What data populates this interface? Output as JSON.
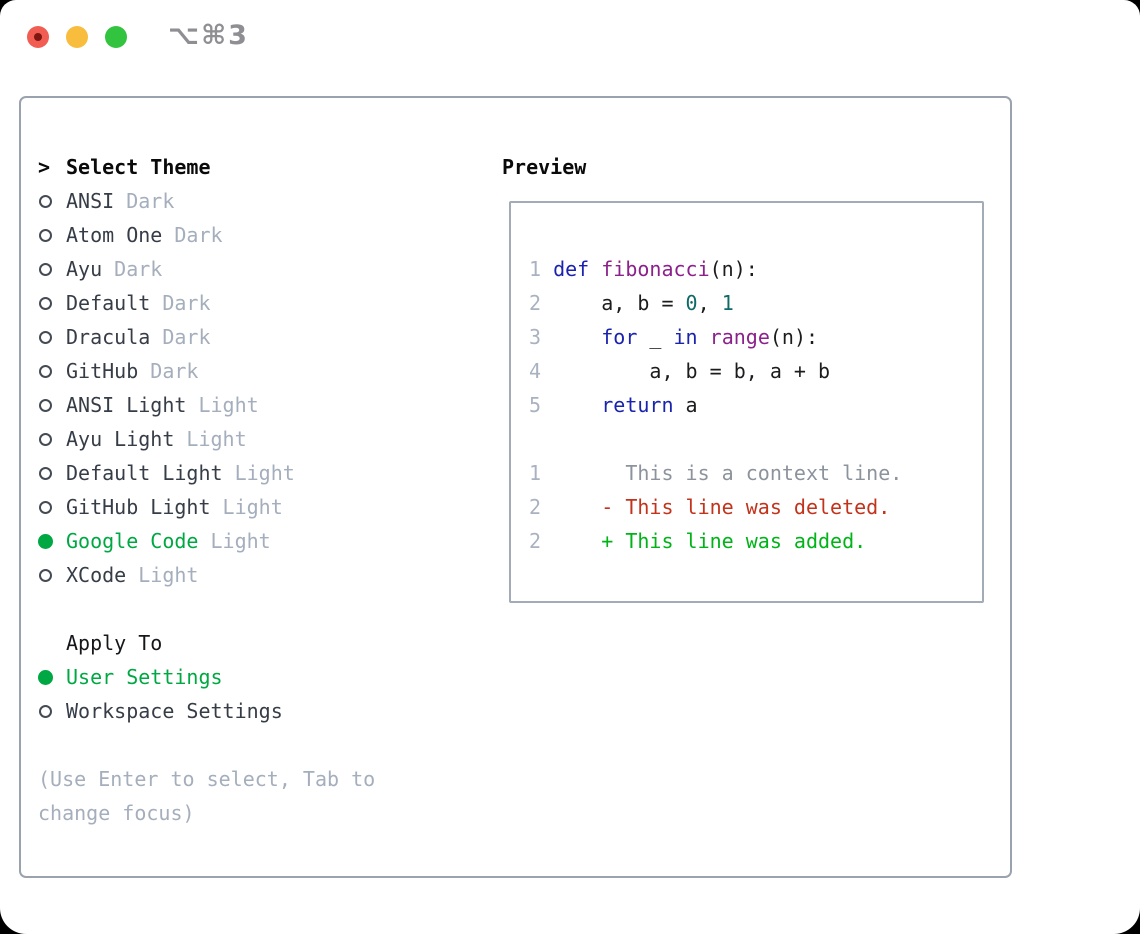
{
  "window": {
    "title": "⌥⌘3",
    "traffic_lights": {
      "close": "close",
      "minimize": "minimize",
      "zoom": "zoom"
    }
  },
  "theme_panel": {
    "header": {
      "cursor": ">",
      "label": "Select Theme"
    },
    "selection_color": "#00a843",
    "items": [
      {
        "name": "ANSI",
        "tag": "Dark",
        "selected": false
      },
      {
        "name": "Atom One",
        "tag": "Dark",
        "selected": false
      },
      {
        "name": "Ayu",
        "tag": "Dark",
        "selected": false
      },
      {
        "name": "Default",
        "tag": "Dark",
        "selected": false
      },
      {
        "name": "Dracula",
        "tag": "Dark",
        "selected": false
      },
      {
        "name": "GitHub",
        "tag": "Dark",
        "selected": false
      },
      {
        "name": "ANSI Light",
        "tag": "Light",
        "selected": false
      },
      {
        "name": "Ayu Light",
        "tag": "Light",
        "selected": false
      },
      {
        "name": "Default Light",
        "tag": "Light",
        "selected": false
      },
      {
        "name": "GitHub Light",
        "tag": "Light",
        "selected": false
      },
      {
        "name": "Google Code",
        "tag": "Light",
        "selected": true
      },
      {
        "name": "XCode",
        "tag": "Light",
        "selected": false
      }
    ],
    "apply_to": {
      "label": "Apply To",
      "options": [
        {
          "name": "User Settings",
          "selected": true
        },
        {
          "name": "Workspace Settings",
          "selected": false
        }
      ]
    },
    "hint": "(Use Enter to select, Tab to change focus)"
  },
  "preview": {
    "label": "Preview",
    "colors": {
      "keyword": "#1a23ae",
      "title": "#8c218c",
      "number": "#0d6a66",
      "plain": "#1c1c1e",
      "context": "#8d939c",
      "deletion": "#c2331c",
      "addition": "#00b418",
      "line_number": "#a9b2c1"
    },
    "code_lines": [
      {
        "num": "1",
        "segments": [
          [
            "keyword",
            "def"
          ],
          [
            "plain",
            " "
          ],
          [
            "title",
            "fibonacci"
          ],
          [
            "plain",
            "(n):"
          ]
        ]
      },
      {
        "num": "2",
        "segments": [
          [
            "plain",
            "    a, b = "
          ],
          [
            "number",
            "0"
          ],
          [
            "plain",
            ", "
          ],
          [
            "number",
            "1"
          ]
        ]
      },
      {
        "num": "3",
        "segments": [
          [
            "plain",
            "    "
          ],
          [
            "keyword",
            "for"
          ],
          [
            "plain",
            " _ "
          ],
          [
            "keyword",
            "in"
          ],
          [
            "plain",
            " "
          ],
          [
            "title",
            "range"
          ],
          [
            "plain",
            "(n):"
          ]
        ]
      },
      {
        "num": "4",
        "segments": [
          [
            "plain",
            "        a, b = b, a + b"
          ]
        ]
      },
      {
        "num": "5",
        "segments": [
          [
            "plain",
            "    "
          ],
          [
            "keyword",
            "return"
          ],
          [
            "plain",
            " a"
          ]
        ]
      },
      {
        "num": "",
        "segments": []
      },
      {
        "num": "1",
        "segments": [
          [
            "context",
            "      This is a context line."
          ]
        ]
      },
      {
        "num": "2",
        "segments": [
          [
            "deletion",
            "    - This line was deleted."
          ]
        ]
      },
      {
        "num": "2",
        "segments": [
          [
            "addition",
            "    + This line was added."
          ]
        ]
      }
    ]
  }
}
